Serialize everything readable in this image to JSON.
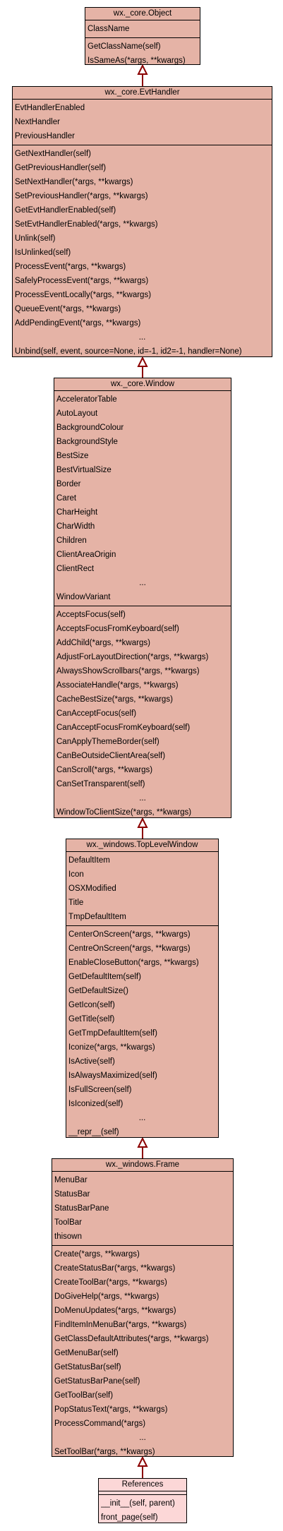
{
  "colors": {
    "class_fill": "#e5b3a6",
    "refs_fill": "#fcd7d7",
    "edge": "#8b0000"
  },
  "classes": [
    {
      "title": "wx._core.Object",
      "attributes": [
        "ClassName"
      ],
      "methods": [
        "GetClassName(self)",
        "IsSameAs(*args, **kwargs)"
      ]
    },
    {
      "title": "wx._core.EvtHandler",
      "attributes": [
        "EvtHandlerEnabled",
        "NextHandler",
        "PreviousHandler"
      ],
      "methods": [
        "GetNextHandler(self)",
        "GetPreviousHandler(self)",
        "SetNextHandler(*args, **kwargs)",
        "SetPreviousHandler(*args, **kwargs)",
        "GetEvtHandlerEnabled(self)",
        "SetEvtHandlerEnabled(*args, **kwargs)",
        "Unlink(self)",
        "IsUnlinked(self)",
        "ProcessEvent(*args, **kwargs)",
        "SafelyProcessEvent(*args, **kwargs)",
        "ProcessEventLocally(*args, **kwargs)",
        "QueueEvent(*args, **kwargs)",
        "AddPendingEvent(*args, **kwargs)",
        "...",
        "Unbind(self, event, source=None, id=-1, id2=-1, handler=None)"
      ]
    },
    {
      "title": "wx._core.Window",
      "attributes": [
        "AcceleratorTable",
        "AutoLayout",
        "BackgroundColour",
        "BackgroundStyle",
        "BestSize",
        "BestVirtualSize",
        "Border",
        "Caret",
        "CharHeight",
        "CharWidth",
        "Children",
        "ClientAreaOrigin",
        "ClientRect",
        "...",
        "WindowVariant"
      ],
      "methods": [
        "AcceptsFocus(self)",
        "AcceptsFocusFromKeyboard(self)",
        "AddChild(*args, **kwargs)",
        "AdjustForLayoutDirection(*args, **kwargs)",
        "AlwaysShowScrollbars(*args, **kwargs)",
        "AssociateHandle(*args, **kwargs)",
        "CacheBestSize(*args, **kwargs)",
        "CanAcceptFocus(self)",
        "CanAcceptFocusFromKeyboard(self)",
        "CanApplyThemeBorder(self)",
        "CanBeOutsideClientArea(self)",
        "CanScroll(*args, **kwargs)",
        "CanSetTransparent(self)",
        "...",
        "WindowToClientSize(*args, **kwargs)"
      ]
    },
    {
      "title": "wx._windows.TopLevelWindow",
      "attributes": [
        "DefaultItem",
        "Icon",
        "OSXModified",
        "Title",
        "TmpDefaultItem"
      ],
      "methods": [
        "CenterOnScreen(*args, **kwargs)",
        "CentreOnScreen(*args, **kwargs)",
        "EnableCloseButton(*args, **kwargs)",
        "GetDefaultItem(self)",
        "GetDefaultSize()",
        "GetIcon(self)",
        "GetTitle(self)",
        "GetTmpDefaultItem(self)",
        "Iconize(*args, **kwargs)",
        "IsActive(self)",
        "IsAlwaysMaximized(self)",
        "IsFullScreen(self)",
        "IsIconized(self)",
        "...",
        "__repr__(self)"
      ]
    },
    {
      "title": "wx._windows.Frame",
      "attributes": [
        "MenuBar",
        "StatusBar",
        "StatusBarPane",
        "ToolBar",
        "thisown"
      ],
      "methods": [
        "Create(*args, **kwargs)",
        "CreateStatusBar(*args, **kwargs)",
        "CreateToolBar(*args, **kwargs)",
        "DoGiveHelp(*args, **kwargs)",
        "DoMenuUpdates(*args, **kwargs)",
        "FindItemInMenuBar(*args, **kwargs)",
        "GetClassDefaultAttributes(*args, **kwargs)",
        "GetMenuBar(self)",
        "GetStatusBar(self)",
        "GetStatusBarPane(self)",
        "GetToolBar(self)",
        "PopStatusText(*args, **kwargs)",
        "ProcessCommand(*args)",
        "...",
        "SetToolBar(*args, **kwargs)"
      ]
    },
    {
      "title": "References",
      "attributes": [],
      "methods": [
        "__init__(self, parent)",
        "front_page(self)"
      ]
    }
  ]
}
